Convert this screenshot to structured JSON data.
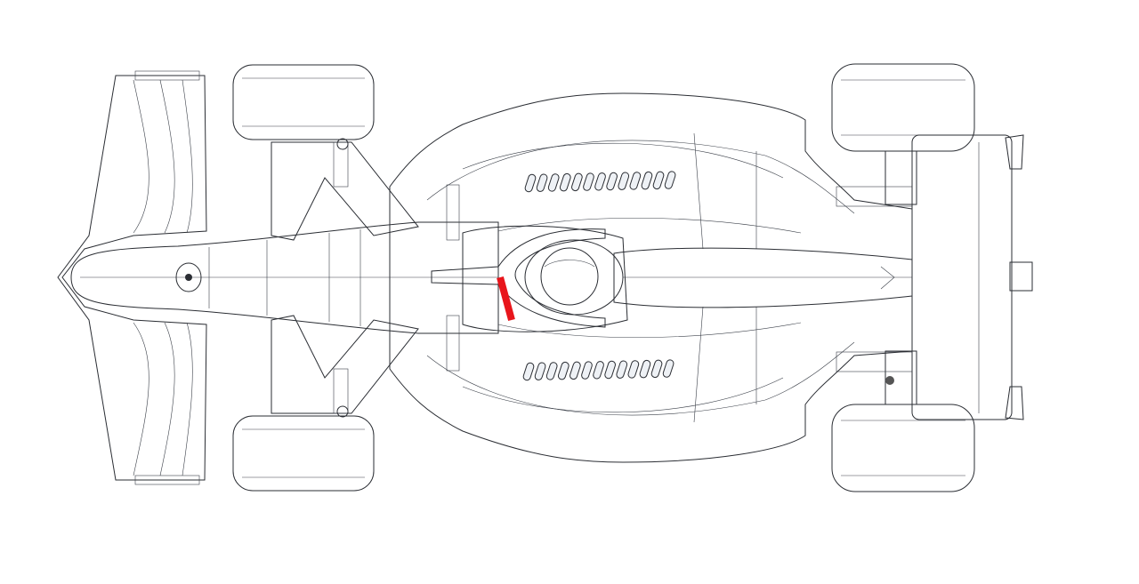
{
  "colors": {
    "background": "#ffffff",
    "bodywork": "#c9d0db",
    "bodywork_highlight": "#e3e7ee",
    "bodywork_shadow": "#9aa3b2",
    "halo": "#e8151b",
    "helmet": "#e8151b",
    "tyre": "#2b2d31",
    "tyre_highlight": "#4a4d53",
    "wing": "#f4f1e6",
    "wing_shadow": "#dedac9",
    "suspension": "#4b4d52",
    "outline": "#22252b",
    "rear_wing": "#f7f4ea"
  },
  "parts": {
    "nose": "nose-cone",
    "cockpit": "cockpit",
    "helmet": "driver-helmet",
    "halo": "halo",
    "front_wing": "front-wing",
    "rear_wing": "rear-wing",
    "sidepods": "sidepods",
    "engine_cover": "engine-cover",
    "front_left_wheel": "front-left-wheel",
    "front_right_wheel": "front-right-wheel",
    "rear_left_wheel": "rear-left-wheel",
    "rear_right_wheel": "rear-right-wheel"
  }
}
